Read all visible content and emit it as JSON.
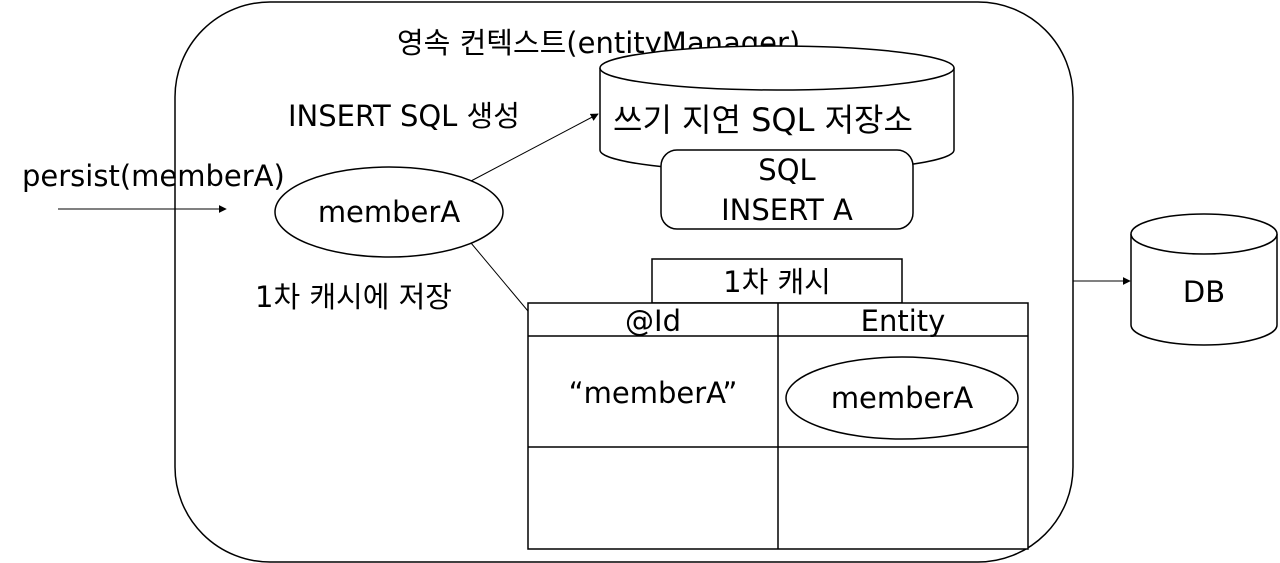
{
  "context": {
    "title": "영속 컨텍스트(entityManager)"
  },
  "external": {
    "call_label": "persist(memberA)",
    "db_label": "DB"
  },
  "entity": {
    "label": "memberA"
  },
  "actions": {
    "insert_sql": "INSERT SQL 생성",
    "store_cache": "1차 캐시에 저장"
  },
  "write_delay": {
    "title": "쓰기 지연 SQL 저장소",
    "sql_line1": "SQL",
    "sql_line2": "INSERT A"
  },
  "cache": {
    "title": "1차 캐시",
    "headers": [
      "@Id",
      "Entity"
    ],
    "rows": [
      {
        "id": "“memberA”",
        "entity": "memberA"
      },
      {
        "id": "",
        "entity": ""
      }
    ]
  }
}
